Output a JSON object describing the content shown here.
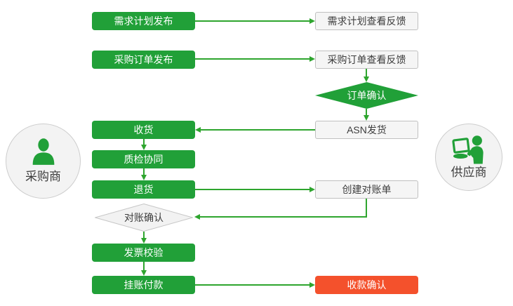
{
  "palette": {
    "green": "#21A038",
    "arrow_green": "#2EA52E",
    "red": "#F4512C",
    "box_gray": "#F5F5F5",
    "border_gray": "#C0C0C0",
    "circle_gray": "#F3F3F3",
    "circle_border": "#CDCDCD",
    "text_dark": "#3D3D3D",
    "white": "#FFFFFF"
  },
  "actors": {
    "buyer": {
      "label": "采购商",
      "icon": "person-icon"
    },
    "supplier": {
      "label": "供应商",
      "icon": "person-laptop-icon"
    }
  },
  "nodes": {
    "demand_plan_publish": {
      "label": "需求计划发布",
      "type": "process-green"
    },
    "demand_plan_feedback": {
      "label": "需求计划查看反馈",
      "type": "process-plain"
    },
    "po_publish": {
      "label": "采购订单发布",
      "type": "process-green"
    },
    "po_feedback": {
      "label": "采购订单查看反馈",
      "type": "process-plain"
    },
    "order_confirm": {
      "label": "订单确认",
      "type": "decision-green"
    },
    "asn_ship": {
      "label": "ASN发货",
      "type": "process-plain"
    },
    "receive_goods": {
      "label": "收货",
      "type": "process-green"
    },
    "quality_check": {
      "label": "质检协同",
      "type": "process-green"
    },
    "return_goods": {
      "label": "退货",
      "type": "process-green"
    },
    "create_statement": {
      "label": "创建对账单",
      "type": "process-plain"
    },
    "statement_confirm": {
      "label": "对账确认",
      "type": "decision-gray"
    },
    "invoice_verify": {
      "label": "发票校验",
      "type": "process-green"
    },
    "book_payment": {
      "label": "挂账付款",
      "type": "process-green"
    },
    "receipt_confirm": {
      "label": "收款确认",
      "type": "process-red"
    }
  }
}
